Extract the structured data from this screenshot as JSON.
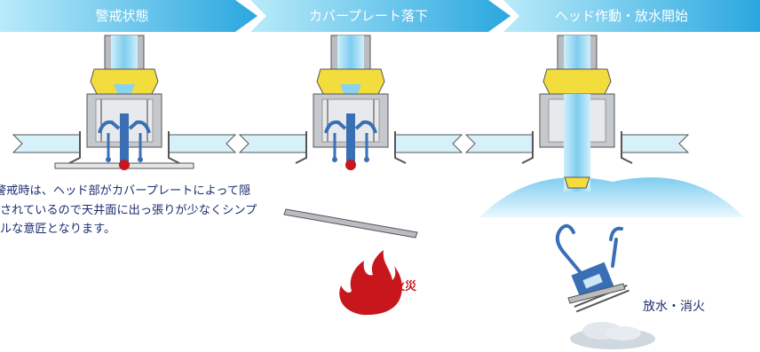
{
  "steps": [
    {
      "label": "警戒状態"
    },
    {
      "label": "カバープレート落下"
    },
    {
      "label": "ヘッド作動・放水開始"
    }
  ],
  "description": "警戒時は、ヘッド部がカバープレートによって隠されているので天井面に出っ張りが少なくシンプルな意匠となります。",
  "labels": {
    "fire": "火災",
    "water": "放水・消火"
  },
  "colors": {
    "banner_light": "#aee6f8",
    "banner_dark": "#29a9e1",
    "water": "#87d3f0",
    "brass": "#f2dd3c",
    "mechanism": "#3a6fb5",
    "body_gray": "#b9bcc0",
    "fire": "#c8161d",
    "text": "#1d2f6f"
  }
}
